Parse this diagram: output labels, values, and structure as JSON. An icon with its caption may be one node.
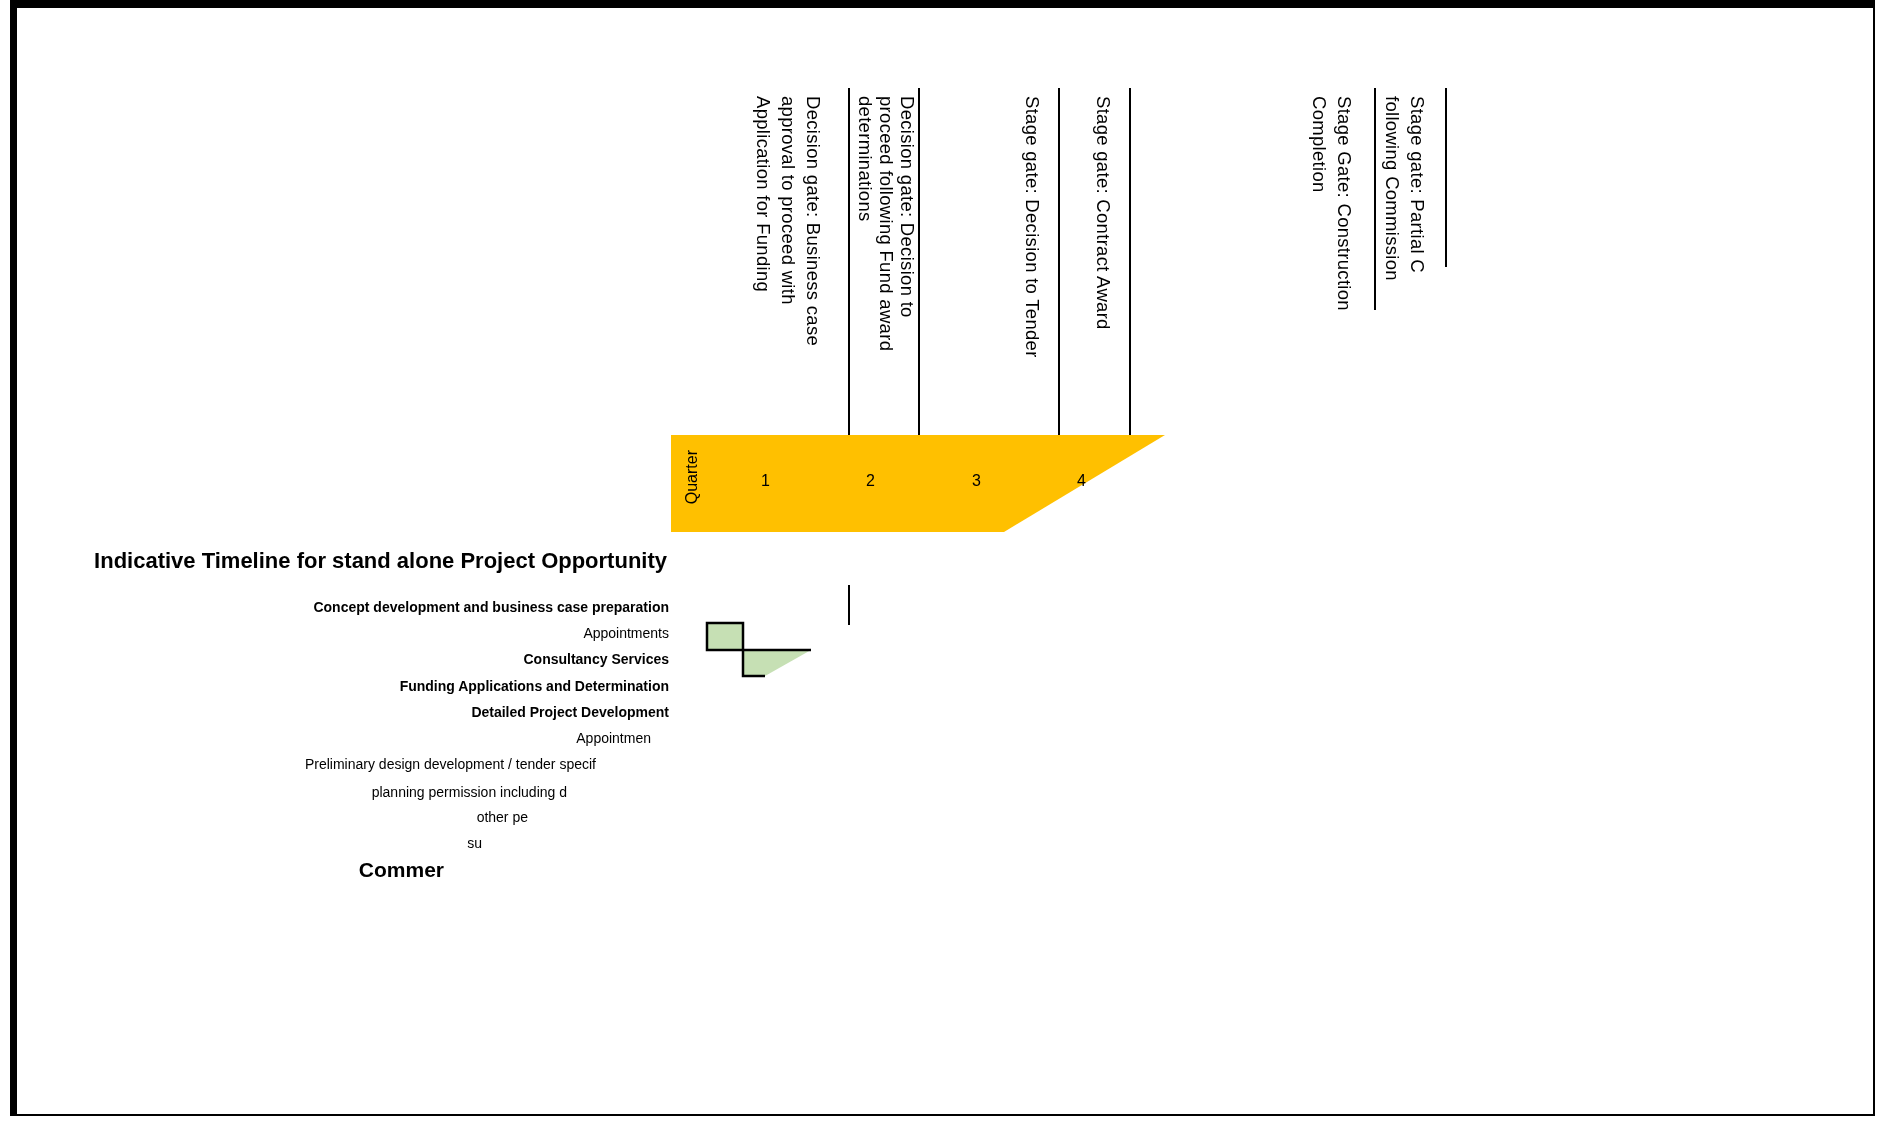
{
  "diagram": {
    "title": "Indicative Timeline for stand alone Project Opportunity",
    "nodes": [
      {
        "text": [
          "Quarter",
          "1",
          "2",
          "3",
          "4"
        ]
      }
    ],
    "labels": [
      "Decision gate: Business case approval to proceed with Application for Funding",
      "Decision gate: Decision to proceed following Fund award determinations",
      "Stage gate: Decision to Tender",
      "Stage gate: Contract Award",
      "Stage Gate: Construction Completion",
      "Stage gate: Partial C following Commission",
      "Concept development and business case preparation",
      "Appointments",
      "Consultancy Services",
      "Funding Applications and Determination",
      "Detailed  Project Development",
      "Appointmen",
      "Preliminary design development / tender specif",
      "planning permission  including d",
      "other pe",
      "su",
      "Commer"
    ]
  }
}
